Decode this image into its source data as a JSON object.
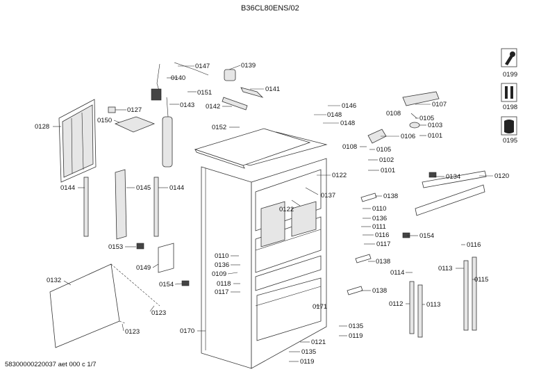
{
  "header": {
    "title": "B36CL80ENS/02"
  },
  "footer": {
    "doc_id": "58300000220037 aet 000 c 1/7"
  },
  "tools": [
    {
      "icon": "wrench-screwdriver-icon",
      "code": "0199"
    },
    {
      "icon": "screws-icon",
      "code": "0198"
    },
    {
      "icon": "grease-icon",
      "code": "0195"
    }
  ],
  "callouts": [
    "0147",
    "0139",
    "0140",
    "0151",
    "0141",
    "0143",
    "0142",
    "0127",
    "0128",
    "0150",
    "0152",
    "0146",
    "0148",
    "0148",
    "0107",
    "0108",
    "0105",
    "0103",
    "0106",
    "0101",
    "0108",
    "0105",
    "0102",
    "0101",
    "0122",
    "0137",
    "0122",
    "0134",
    "0120",
    "0138",
    "0110",
    "0136",
    "0111",
    "0116",
    "0117",
    "0154",
    "0144",
    "0145",
    "0144",
    "0153",
    "0149",
    "0110",
    "0136",
    "0109",
    "0118",
    "0117",
    "0154",
    "0132",
    "0123",
    "0123",
    "0170",
    "0138",
    "0114",
    "0113",
    "0116",
    "0115",
    "0138",
    "0171",
    "0112",
    "0113",
    "0135",
    "0119",
    "0121",
    "0135",
    "0119"
  ]
}
